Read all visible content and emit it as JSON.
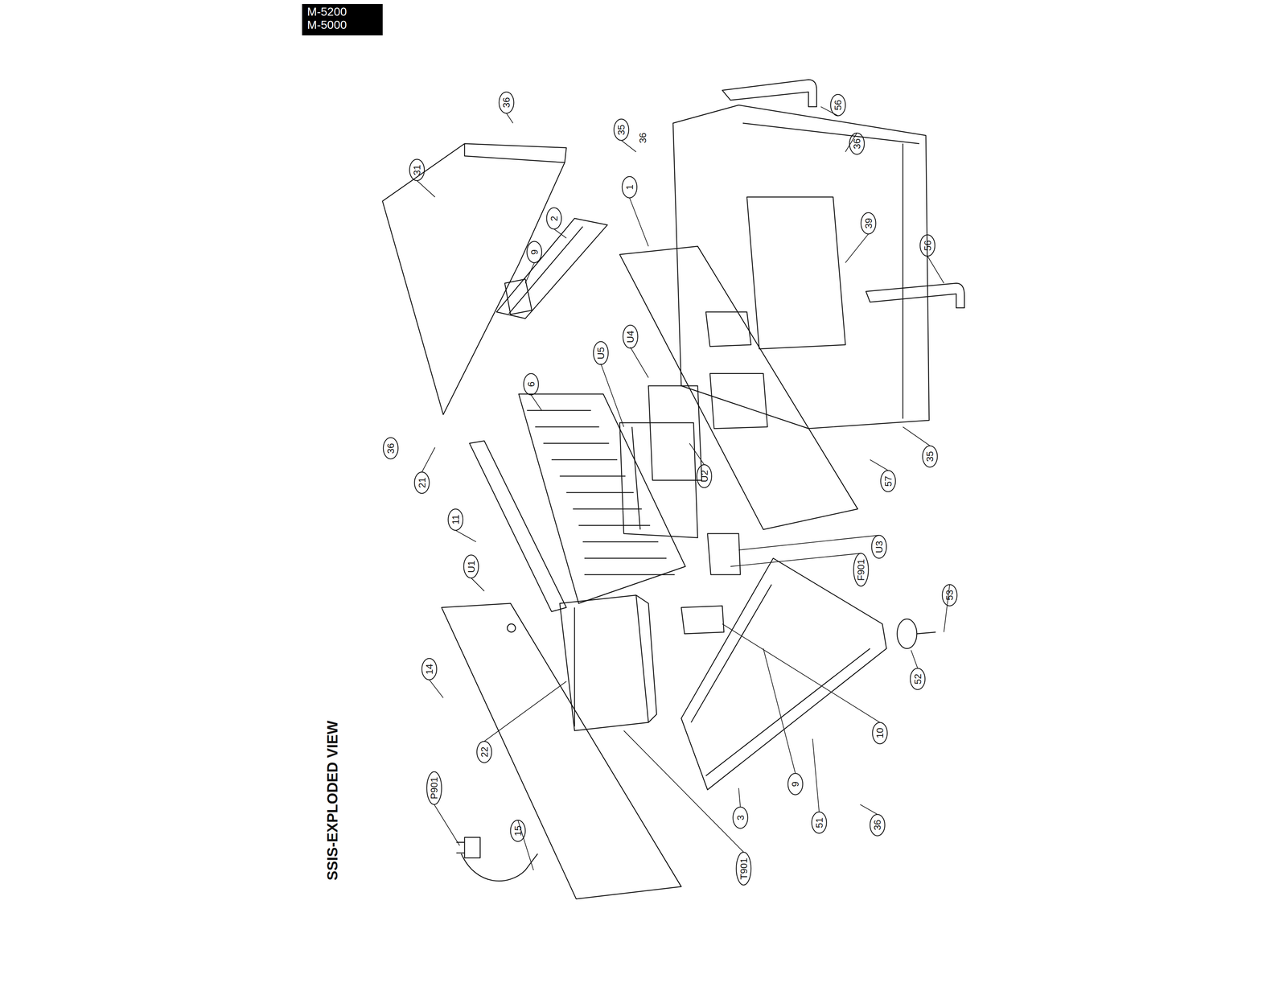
{
  "diagram": {
    "title": "SSIS-EXPLODED VIEW",
    "labels": [
      "M-5200",
      "M-5000",
      "36",
      "31",
      "2",
      "9",
      "1",
      "35",
      "56",
      "36",
      "39",
      "56",
      "U4",
      "U5",
      "6",
      "36",
      "21",
      "11",
      "U1",
      "14",
      "U2",
      "U3",
      "F901",
      "35",
      "57",
      "53",
      "52",
      "10",
      "22",
      "9",
      "3",
      "51",
      "36",
      "15",
      "P901",
      "T901",
      "36"
    ]
  }
}
